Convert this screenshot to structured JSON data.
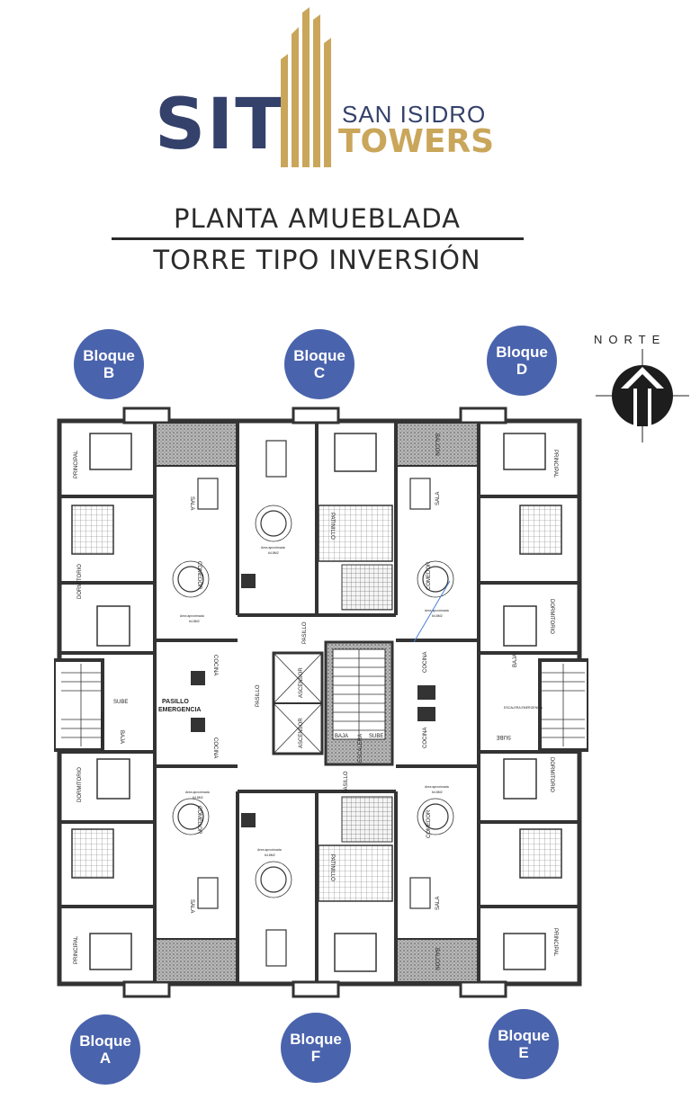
{
  "logo": {
    "sit": "SIT",
    "san_isidro": "SAN ISIDRO",
    "towers": "TOWERS"
  },
  "title": {
    "line1": "PLANTA AMUEBLADA",
    "line2": "TORRE TIPO INVERSIÓN"
  },
  "compass": {
    "label": "NORTE",
    "icon": "north-arrow-icon"
  },
  "bloques": {
    "a": {
      "line1": "Bloque",
      "line2": "A"
    },
    "b": {
      "line1": "Bloque",
      "line2": "B"
    },
    "c": {
      "line1": "Bloque",
      "line2": "C"
    },
    "d": {
      "line1": "Bloque",
      "line2": "D"
    },
    "e": {
      "line1": "Bloque",
      "line2": "E"
    },
    "f": {
      "line1": "Bloque",
      "line2": "F"
    }
  },
  "plan_labels": {
    "sala": "SALA",
    "comedor": "COMEDOR",
    "cocina": "COCINA",
    "dormitorio": "DORMITORIO",
    "principal": "PRINCIPAL",
    "pasillo": "PASILLO",
    "pasillo_emergencia_1": "PASILLO",
    "pasillo_emergencia_2": "EMERGENCIA",
    "ascensor": "ASCENSOR",
    "escalera": "ESCALERA",
    "escalera_emergencia": "ESCALERA EMERGENCIA",
    "sube": "SUBE",
    "baja": "BAJA",
    "patinillo": "PATINILLO",
    "balcon": "BALCON",
    "area": "Area aproximada",
    "area_value": "64.8M2"
  },
  "colors": {
    "navy": "#34416b",
    "gold": "#c9a65a",
    "bloque_blue": "#4a63ad",
    "wall": "#333333",
    "hatch": "#8a8a8a"
  }
}
